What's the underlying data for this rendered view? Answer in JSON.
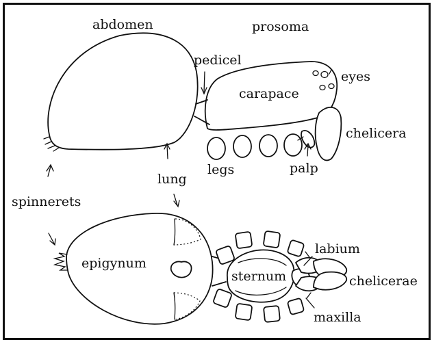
{
  "labels": {
    "abdomen": "abdomen",
    "prosoma": "prosoma",
    "pedicel": "pedicel",
    "eyes": "eyes",
    "carapace": "carapace",
    "chelicera": "chelicera",
    "legs": "legs",
    "palp": "palp",
    "lung": "lung",
    "spinnerets": "spinnerets",
    "epigynum": "epigynum",
    "sternum": "sternum",
    "labium": "labium",
    "chelicerae": "chelicerae",
    "maxilla": "maxilla"
  }
}
